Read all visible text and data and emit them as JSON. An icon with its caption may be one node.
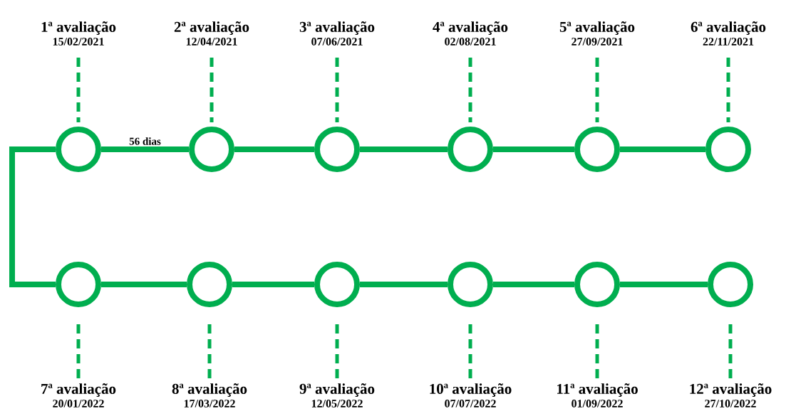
{
  "diagram": {
    "nodes": [
      {
        "text": [
          "1ª avaliação",
          "15/02/2021"
        ]
      },
      {
        "text": [
          "2ª avaliação",
          "12/04/2021"
        ]
      },
      {
        "text": [
          "3ª avaliação",
          "07/06/2021"
        ]
      },
      {
        "text": [
          "4ª avaliação",
          "02/08/2021"
        ]
      },
      {
        "text": [
          "5ª avaliação",
          "27/09/2021"
        ]
      },
      {
        "text": [
          "6ª avaliação",
          "22/11/2021"
        ]
      },
      {
        "text": [],
        "shape": "circle"
      },
      {
        "text": [],
        "shape": "circle"
      },
      {
        "text": [],
        "shape": "circle"
      },
      {
        "text": [],
        "shape": "circle"
      },
      {
        "text": [],
        "shape": "circle"
      },
      {
        "text": [],
        "shape": "circle"
      },
      {
        "text": [],
        "shape": "circle"
      },
      {
        "text": [],
        "shape": "circle"
      },
      {
        "text": [],
        "shape": "circle"
      },
      {
        "text": [],
        "shape": "circle"
      },
      {
        "text": [],
        "shape": "circle"
      },
      {
        "text": [],
        "shape": "circle"
      },
      {
        "text": [
          "7ª avaliação",
          "20/01/2022"
        ]
      },
      {
        "text": [
          "8ª avaliação",
          "17/03/2022"
        ]
      },
      {
        "text": [
          "9ª avaliação",
          "12/05/2022"
        ]
      },
      {
        "text": [
          "10ª avaliação",
          "07/07/2022"
        ]
      },
      {
        "text": [
          "11ª avaliação",
          "01/09/2022"
        ]
      },
      {
        "text": [
          "12ª avaliação",
          "27/10/2022"
        ]
      }
    ],
    "edges": [
      {
        "from": 0,
        "to": 6,
        "arrow": "none",
        "style": "dashed"
      },
      {
        "from": 1,
        "to": 7,
        "arrow": "none",
        "style": "dashed"
      },
      {
        "from": 2,
        "to": 8,
        "arrow": "none",
        "style": "dashed"
      },
      {
        "from": 3,
        "to": 9,
        "arrow": "none",
        "style": "dashed"
      },
      {
        "from": 4,
        "to": 10,
        "arrow": "none",
        "style": "dashed"
      },
      {
        "from": 5,
        "to": 11,
        "arrow": "none",
        "style": "dashed"
      },
      {
        "from": 6,
        "to": 7,
        "arrow": "none",
        "label": "56 dias"
      },
      {
        "from": 7,
        "to": 8,
        "arrow": "none"
      },
      {
        "from": 8,
        "to": 9,
        "arrow": "none"
      },
      {
        "from": 9,
        "to": 10,
        "arrow": "none"
      },
      {
        "from": 10,
        "to": 11,
        "arrow": "none"
      },
      {
        "from": 6,
        "to": 12,
        "arrow": "none"
      },
      {
        "from": 12,
        "to": 13,
        "arrow": "none"
      },
      {
        "from": 13,
        "to": 14,
        "arrow": "none"
      },
      {
        "from": 14,
        "to": 15,
        "arrow": "none"
      },
      {
        "from": 15,
        "to": 16,
        "arrow": "none"
      },
      {
        "from": 16,
        "to": 17,
        "arrow": "none"
      },
      {
        "from": 18,
        "to": 12,
        "arrow": "none",
        "style": "dashed"
      },
      {
        "from": 19,
        "to": 13,
        "arrow": "none",
        "style": "dashed"
      },
      {
        "from": 20,
        "to": 14,
        "arrow": "none",
        "style": "dashed"
      },
      {
        "from": 21,
        "to": 15,
        "arrow": "none",
        "style": "dashed"
      },
      {
        "from": 22,
        "to": 16,
        "arrow": "none",
        "style": "dashed"
      },
      {
        "from": 23,
        "to": 17,
        "arrow": "none",
        "style": "dashed"
      }
    ]
  }
}
